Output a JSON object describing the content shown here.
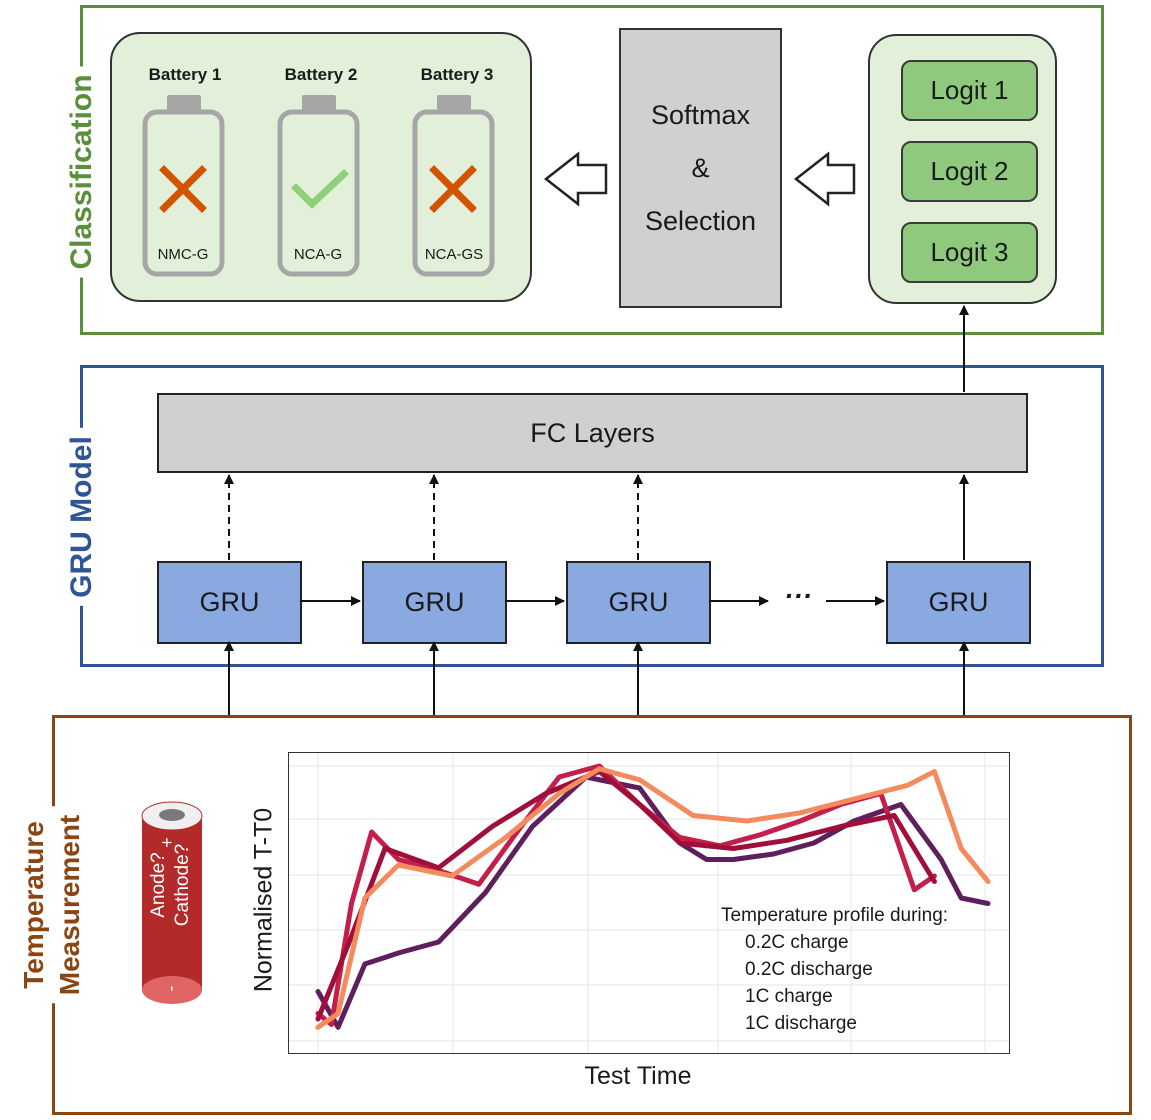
{
  "sections": {
    "classification": "Classification",
    "gru_model": "GRU Model",
    "temperature_line1": "Temperature",
    "temperature_line2": "Measurement"
  },
  "classification": {
    "batteries": [
      {
        "title": "Battery 1",
        "chem": "NMC-G",
        "result": "cross-icon"
      },
      {
        "title": "Battery 2",
        "chem": "NCA-G",
        "result": "check-icon"
      },
      {
        "title": "Battery 3",
        "chem": "NCA-GS",
        "result": "cross-icon"
      }
    ],
    "softmax": {
      "line1": "Softmax",
      "line2": "&",
      "line3": "Selection"
    },
    "logits": [
      "Logit 1",
      "Logit 2",
      "Logit 3"
    ]
  },
  "gru_model": {
    "fc_label": "FC Layers",
    "gru_label": "GRU",
    "ellipsis": "···"
  },
  "measurement": {
    "cell": {
      "line1": "Anode?",
      "line2": "Cathode?",
      "plus": "+",
      "minus": "-"
    },
    "chart_data": {
      "type": "line",
      "xlabel": "Test Time",
      "ylabel": "Normalised T-T0",
      "legend_title": "Temperature profile during:",
      "series": [
        {
          "name": "0.2C charge",
          "color": "#5e1f5e",
          "x": [
            0.0,
            0.03,
            0.07,
            0.12,
            0.18,
            0.25,
            0.32,
            0.4,
            0.48,
            0.54,
            0.58,
            0.62,
            0.68,
            0.74,
            0.8,
            0.87,
            0.93,
            0.96,
            1.0
          ],
          "values": [
            0.18,
            0.05,
            0.28,
            0.32,
            0.36,
            0.54,
            0.78,
            0.96,
            0.92,
            0.72,
            0.66,
            0.66,
            0.68,
            0.72,
            0.8,
            0.86,
            0.66,
            0.52,
            0.5
          ]
        },
        {
          "name": "0.2C discharge",
          "color": "#c41e4a",
          "x": [
            0.0,
            0.02,
            0.05,
            0.08,
            0.12,
            0.18,
            0.24,
            0.3,
            0.36,
            0.42,
            0.48,
            0.54,
            0.6,
            0.66,
            0.72,
            0.78,
            0.84,
            0.89,
            0.92
          ],
          "values": [
            0.1,
            0.06,
            0.5,
            0.76,
            0.66,
            0.62,
            0.57,
            0.77,
            0.96,
            1.0,
            0.86,
            0.74,
            0.71,
            0.75,
            0.8,
            0.86,
            0.9,
            0.55,
            0.6
          ]
        },
        {
          "name": "1C charge",
          "color": "#a00f3a",
          "x": [
            0.0,
            0.05,
            0.1,
            0.18,
            0.26,
            0.34,
            0.42,
            0.48,
            0.54,
            0.62,
            0.7,
            0.78,
            0.86,
            0.92
          ],
          "values": [
            0.08,
            0.38,
            0.7,
            0.63,
            0.78,
            0.9,
            0.98,
            0.86,
            0.72,
            0.7,
            0.73,
            0.78,
            0.82,
            0.58
          ]
        },
        {
          "name": "1C discharge",
          "color": "#f48b5e",
          "x": [
            0.0,
            0.03,
            0.07,
            0.12,
            0.2,
            0.28,
            0.36,
            0.42,
            0.48,
            0.56,
            0.64,
            0.72,
            0.8,
            0.88,
            0.92,
            0.96,
            1.0
          ],
          "values": [
            0.05,
            0.1,
            0.52,
            0.64,
            0.6,
            0.74,
            0.9,
            0.99,
            0.95,
            0.82,
            0.8,
            0.83,
            0.88,
            0.93,
            0.98,
            0.7,
            0.58
          ]
        }
      ],
      "grid": true,
      "legend_position": "bottom-right",
      "xlim": [
        0,
        1
      ],
      "ylim": [
        0,
        1
      ]
    }
  },
  "colors": {
    "classification": "#5a8f3c",
    "gru": "#2f5597",
    "temperature": "#8b4513",
    "green_fill": "#e2f0d9",
    "logit_fill": "#8fc97e",
    "gru_fill": "#8aa9e0",
    "grey_fill": "#d0d0d0",
    "cross": "#d35400",
    "check": "#8fcf7a"
  }
}
